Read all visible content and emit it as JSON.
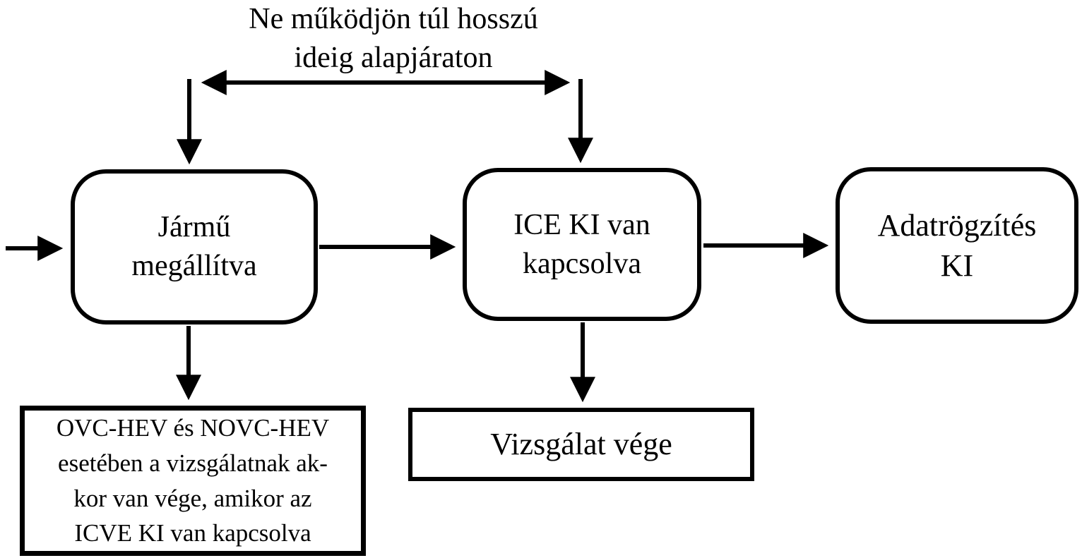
{
  "diagram": {
    "background": "#ffffff",
    "stroke_color": "#000000",
    "top_note": "Ne működjön túl hosszú\nideig alapjáraton",
    "nodes": {
      "vehicle_stopped": "Jármű\nmegállítva",
      "ice_off": "ICE KI van\nkapcsolva",
      "data_recording_off": "Adatrögzítés\nKI",
      "ovc_note": "OVC-HEV és NOVC-HEV\nesetében a vizsgálatnak ak-\nkor van vége, amikor az\nICVE KI van kapcsolva",
      "test_end": "Vizsgálat vége"
    }
  }
}
